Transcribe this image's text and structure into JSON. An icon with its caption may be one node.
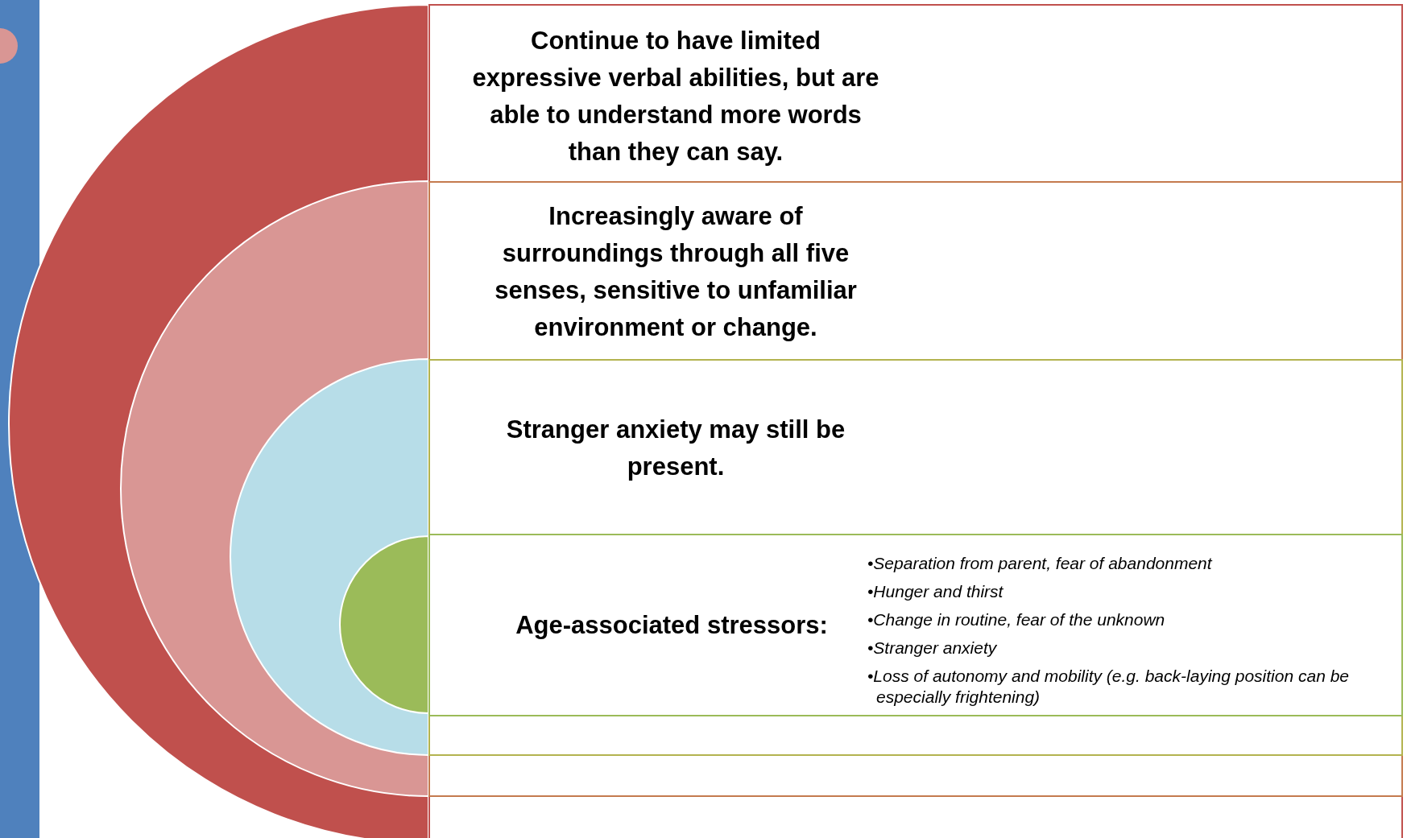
{
  "diagram": {
    "nodes": [
      {
        "text": [
          "Continue to have limited expressive verbal abilities, but are able to understand more words than they can say."
        ]
      },
      {
        "text": [
          "Increasingly aware of surroundings through all five senses, sensitive to unfamiliar environment or change."
        ],
        "in": 0
      },
      {
        "text": [
          "Stranger anxiety may still be present."
        ],
        "in": 1
      },
      {
        "text": [
          "Age-associated stressors:",
          "•Separation from parent, fear of abandonment",
          "•Hunger and thirst",
          "•Change in routine, fear of the unknown",
          "•Stranger anxiety",
          "•Loss of autonomy and mobility (e.g. back-laying position can be especially frightening)"
        ],
        "in": 2
      }
    ]
  }
}
